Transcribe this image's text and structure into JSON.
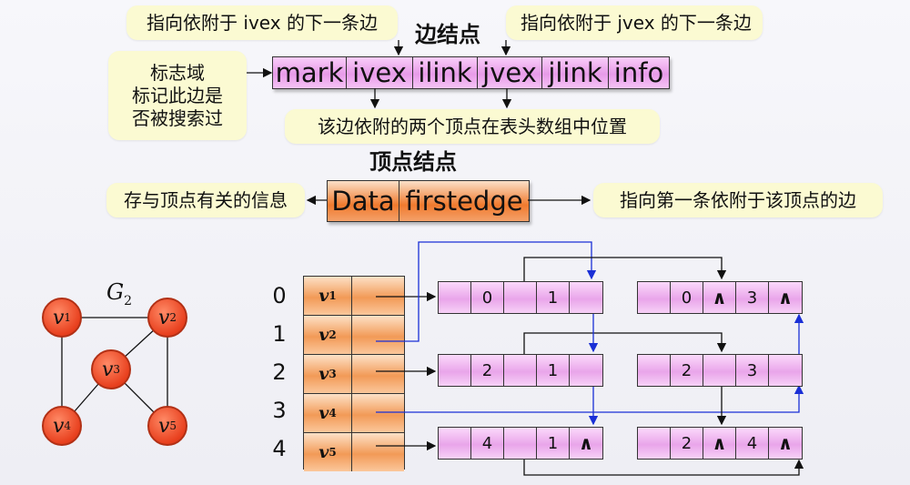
{
  "edge_node": {
    "heading": "边结点",
    "fields": [
      "mark",
      "ivex",
      "ilink",
      "jvex",
      "jlink",
      "info"
    ],
    "callout_ilink": "指向依附于 ivex 的下一条边",
    "callout_jlink": "指向依附于 jvex 的下一条边",
    "callout_mark_lines": [
      "标志域",
      "标记此边是",
      "否被搜索过"
    ],
    "callout_vex": "该边依附的两个顶点在表头数组中位置"
  },
  "vertex_node": {
    "heading": "顶点结点",
    "fields": [
      "Data",
      "firstedge"
    ],
    "callout_data": "存与顶点有关的信息",
    "callout_firstedge": "指向第一条依附于该顶点的边"
  },
  "graph": {
    "name": "G",
    "name_sub": "2",
    "vertex_letter": "v",
    "vertices": [
      "1",
      "2",
      "3",
      "4",
      "5"
    ]
  },
  "adjacency_multilist": {
    "indices": [
      "0",
      "1",
      "2",
      "3",
      "4"
    ],
    "vertex_letter": "v",
    "vertex_subs": [
      "1",
      "2",
      "3",
      "4",
      "5"
    ],
    "edge_nodes": [
      {
        "ivex": "0",
        "jvex": "1",
        "ilink": "",
        "jlink": ""
      },
      {
        "ivex": "0",
        "jvex": "3",
        "ilink": "∧",
        "jlink": "∧"
      },
      {
        "ivex": "2",
        "jvex": "1",
        "ilink": "",
        "jlink": ""
      },
      {
        "ivex": "2",
        "jvex": "3",
        "ilink": "",
        "jlink": ""
      },
      {
        "ivex": "4",
        "jvex": "1",
        "ilink": "",
        "jlink": "∧"
      },
      {
        "ivex": "2",
        "jvex": "4",
        "ilink": "∧",
        "jlink": "∧"
      }
    ]
  },
  "colors": {
    "edge_node_fill": "#e79be8",
    "vertex_node_fill": "#f07a2e",
    "callout_fill": "#fbfad2",
    "link_arrow_blue": "#1a2fd6",
    "graph_node_fill": "#e8401e"
  }
}
